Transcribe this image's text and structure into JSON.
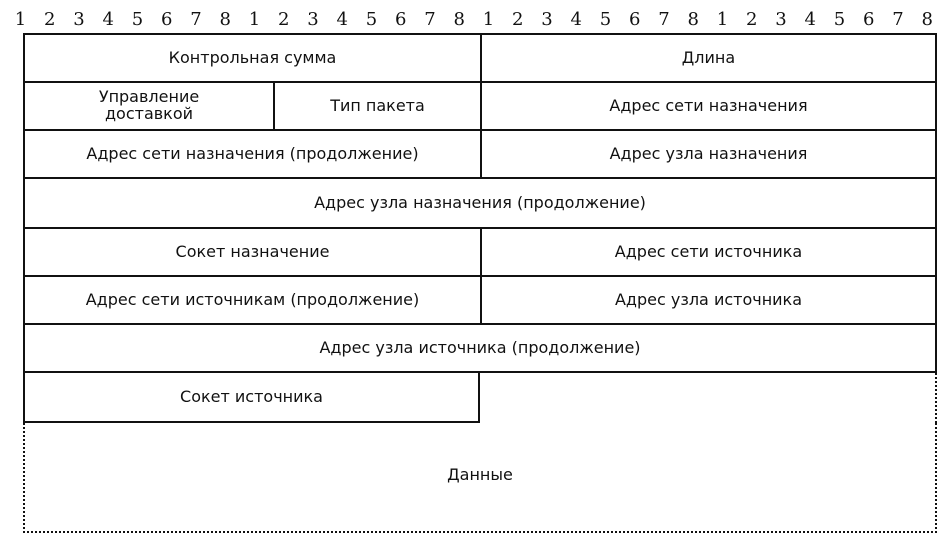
{
  "bit_numbers": [
    "1",
    "2",
    "3",
    "4",
    "5",
    "6",
    "7",
    "8",
    "1",
    "2",
    "3",
    "4",
    "5",
    "6",
    "7",
    "8",
    "1",
    "2",
    "3",
    "4",
    "5",
    "6",
    "7",
    "8",
    "1",
    "2",
    "3",
    "4",
    "5",
    "6",
    "7",
    "8"
  ],
  "rows": [
    {
      "cells": [
        "Контрольная сумма",
        "Длина"
      ]
    },
    {
      "cells": [
        "Управление доставкой",
        "Тип пакета",
        "Адрес сети назначения"
      ]
    },
    {
      "cells": [
        "Адрес сети назначения (продолжение)",
        "Адрес узла назначения"
      ]
    },
    {
      "cells": [
        "Адрес узла назначения (продолжение)"
      ]
    },
    {
      "cells": [
        "Сокет назначение",
        "Адрес сети источника"
      ]
    },
    {
      "cells": [
        "Адрес сети источникам (продолжение)",
        "Адрес узла источника"
      ]
    },
    {
      "cells": [
        "Адрес узла источника (продолжение)"
      ]
    },
    {
      "cells": [
        "Сокет источника"
      ]
    }
  ],
  "data_label": "Данные"
}
